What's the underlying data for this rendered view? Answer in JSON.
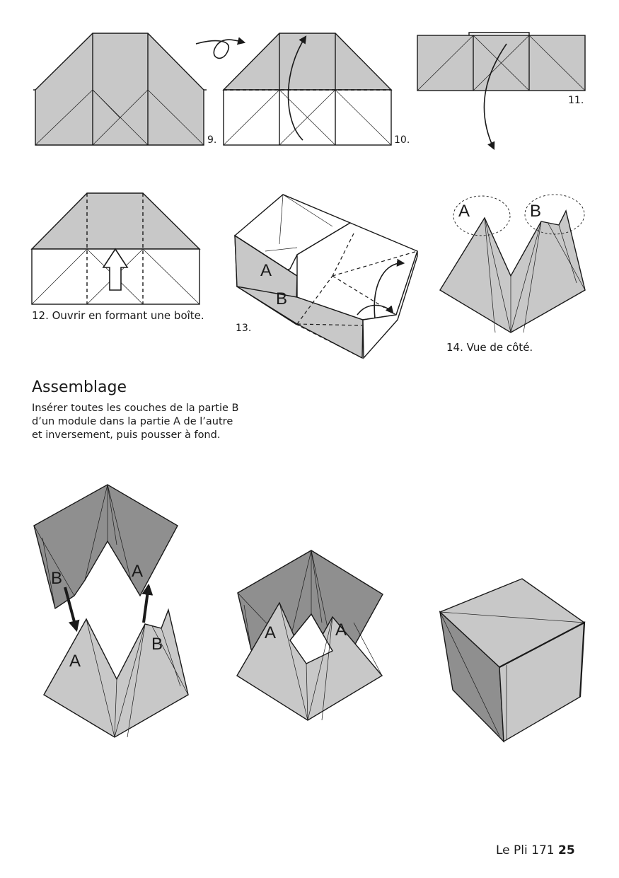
{
  "steps": {
    "s9": "9.",
    "s10": "10.",
    "s11": "11.",
    "s12": "12. Ouvrir en formant une boîte.",
    "s13": "13.",
    "s14": "14. Vue de côté."
  },
  "labels": {
    "a": "A",
    "b": "B"
  },
  "assembly": {
    "title": "Assemblage",
    "lines": [
      "Insérer toutes les couches de la partie B",
      "d’un module dans la partie A de l’autre",
      "et inversement, puis pousser à fond."
    ]
  },
  "footer": {
    "publication": "Le Pli 171",
    "page_number": "25"
  },
  "colors": {
    "paper_gray": "#c8c8c8",
    "dark_gray": "#8f8f8f",
    "line": "#1a1a1a",
    "white": "#ffffff"
  }
}
